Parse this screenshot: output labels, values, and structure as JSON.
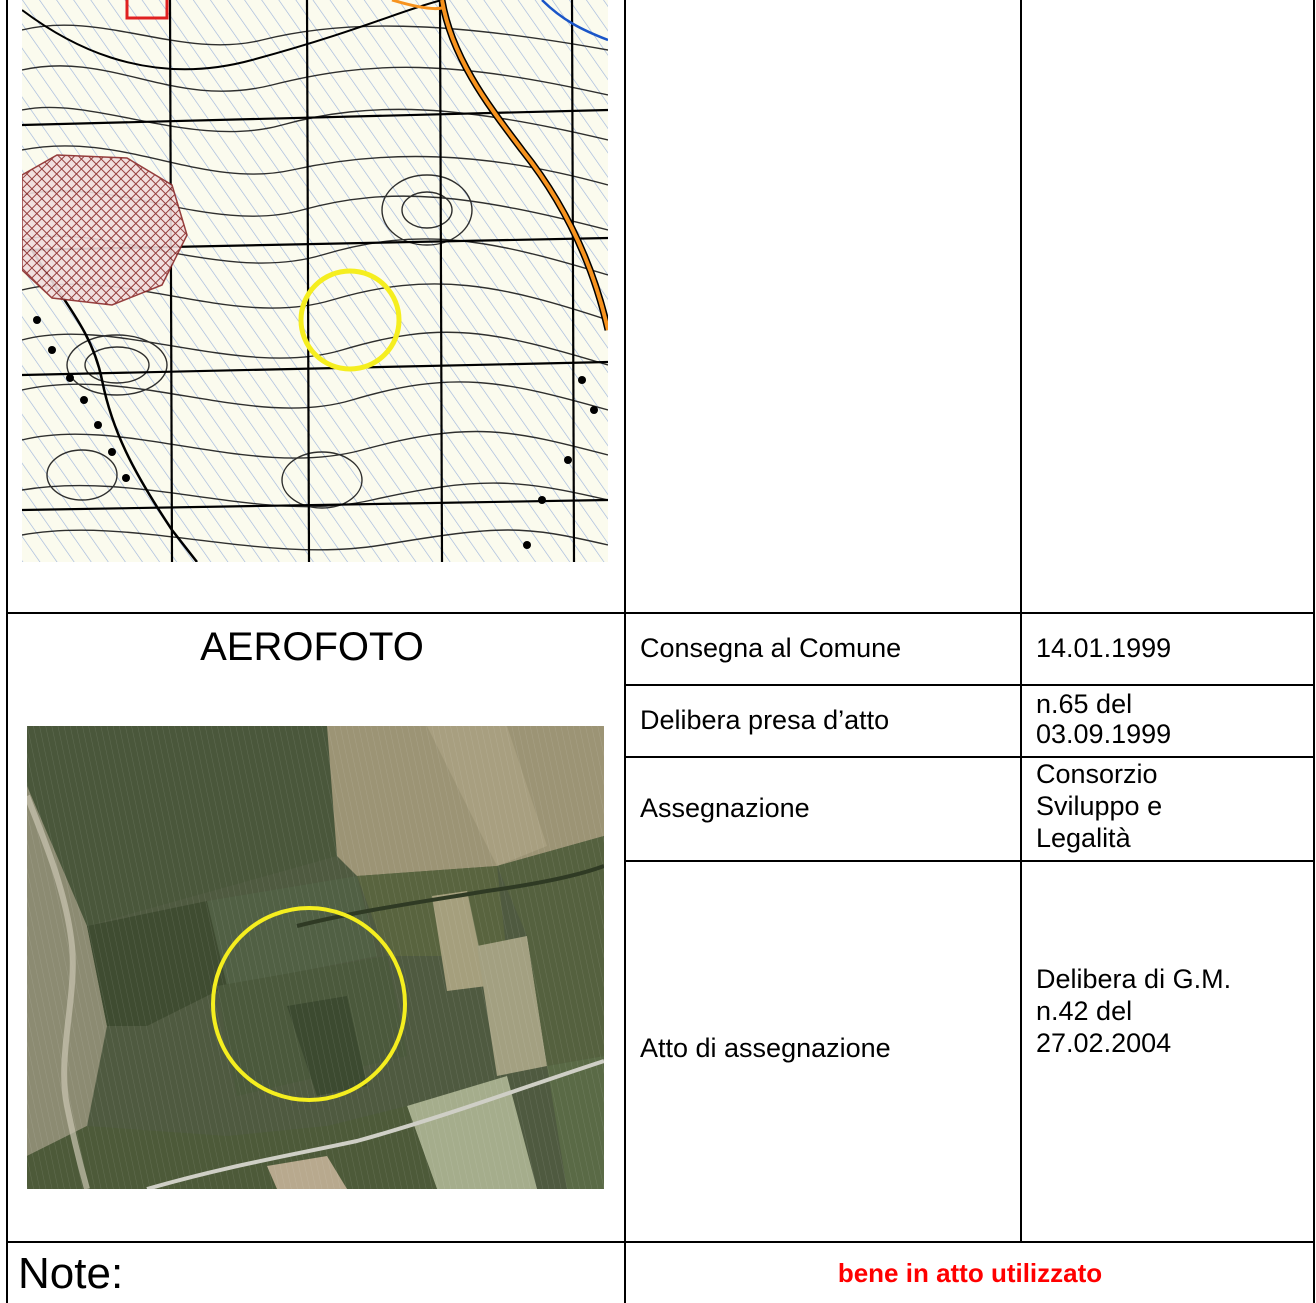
{
  "aerofoto_heading": "AEROFOTO",
  "details": [
    {
      "label": "Consegna al Comune",
      "value": "14.01.1999"
    },
    {
      "label": "Delibera presa d’atto",
      "value_lines": [
        "n.65 del",
        "03.09.1999"
      ]
    },
    {
      "label": "Assegnazione",
      "value_lines": [
        "Consorzio",
        "Sviluppo e",
        "Legalità"
      ]
    },
    {
      "label": "Atto di assegnazione",
      "value_lines": [
        "Delibera di G.M.",
        "n.42 del",
        "27.02.2004"
      ]
    }
  ],
  "note_label": "Note:",
  "note_value": "bene in atto utilizzato",
  "colors": {
    "note_value": "#ff0000",
    "marker_circle": "#f5ee1f",
    "road": "#f7931e",
    "river": "#1a55c8",
    "restricted_area": "#8b2a2a"
  }
}
